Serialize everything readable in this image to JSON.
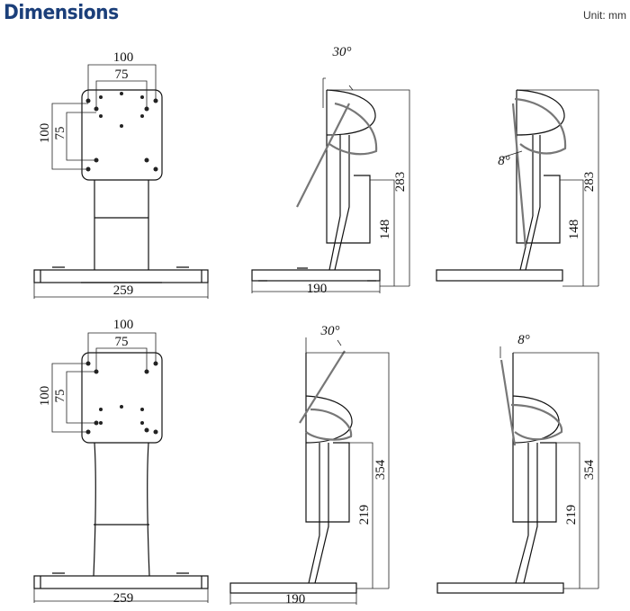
{
  "title": "Dimensions",
  "unit": "Unit: mm",
  "row1": {
    "front": {
      "w_outer": "100",
      "w_inner": "75",
      "h_outer": "100",
      "h_inner": "75",
      "base": "259"
    },
    "side_tilt_back": {
      "angle": "30°",
      "height": "283",
      "low": "148",
      "base": "190"
    },
    "side_tilt_fwd": {
      "angle": "8°",
      "height": "283",
      "low": "148"
    }
  },
  "row2": {
    "front": {
      "w_outer": "100",
      "w_inner": "75",
      "h_outer": "100",
      "h_inner": "75",
      "base": "259"
    },
    "side_tilt_back": {
      "angle": "30°",
      "height": "354",
      "low": "219",
      "base": "190"
    },
    "side_tilt_fwd": {
      "angle": "8°",
      "height": "354",
      "low": "219"
    }
  }
}
